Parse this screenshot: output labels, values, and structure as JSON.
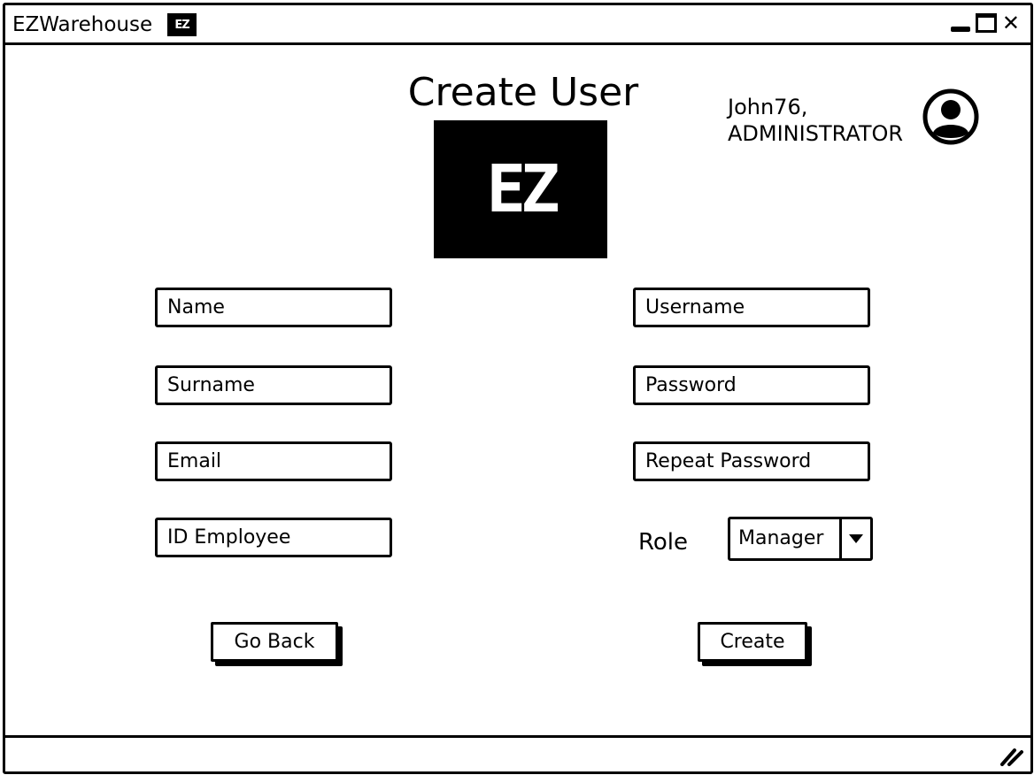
{
  "window": {
    "app_title": "EZWarehouse",
    "title_logo_text": "EZ"
  },
  "header": {
    "page_title": "Create User",
    "logo_text": "EZ",
    "user_name": "John76,",
    "user_role": "ADMINISTRATOR"
  },
  "form": {
    "name_placeholder": "Name",
    "surname_placeholder": "Surname",
    "email_placeholder": "Email",
    "id_employee_placeholder": "ID Employee",
    "username_placeholder": "Username",
    "password_placeholder": "Password",
    "repeat_password_placeholder": "Repeat Password",
    "role_label": "Role",
    "role_value": "Manager",
    "role_options": [
      "Manager"
    ]
  },
  "actions": {
    "go_back_label": "Go Back",
    "create_label": "Create"
  },
  "icons": {
    "minimize": "minimize-icon",
    "maximize": "maximize-icon",
    "close": "close-icon",
    "avatar": "user-avatar-icon",
    "dropdown": "chevron-down-icon",
    "resize": "resize-grip-icon"
  },
  "colors": {
    "foreground": "#000000",
    "background": "#ffffff"
  }
}
